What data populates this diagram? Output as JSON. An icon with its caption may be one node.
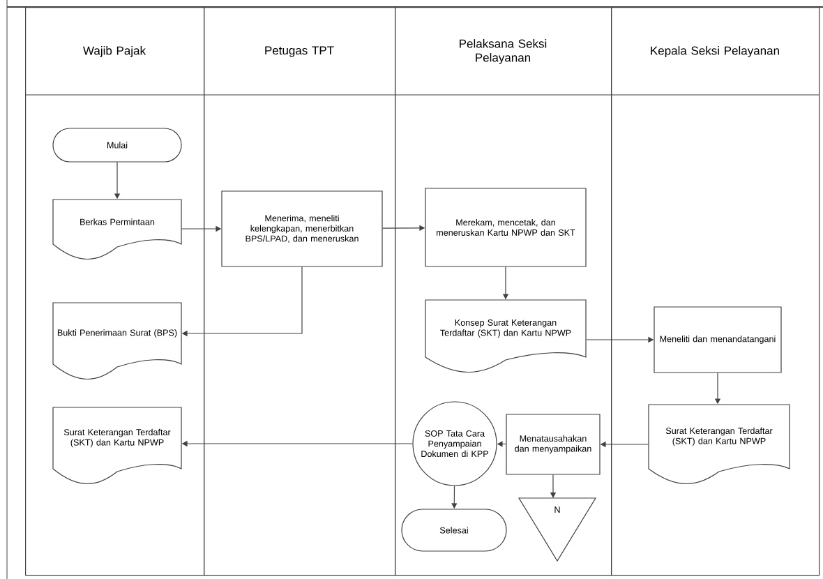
{
  "diagram": {
    "nodes": [
      {
        "text": [
          "Wajib Pajak"
        ]
      },
      {
        "text": [
          "Petugas TPT"
        ]
      },
      {
        "text": [
          "Pelaksana Seksi Pelayanan"
        ]
      },
      {
        "text": [
          "Kepala Seksi Pelayanan"
        ]
      },
      {
        "text": [
          "Mulai"
        ],
        "in": 0
      },
      {
        "text": [
          "Berkas Permintaan"
        ],
        "in": 0
      },
      {
        "text": [
          "Menerima, meneliti kelengkapan, menerbitkan BPS/LPAD, dan meneruskan"
        ],
        "in": 1
      },
      {
        "text": [
          "Bukti Penerimaan Surat (BPS)"
        ],
        "in": 0
      },
      {
        "text": [
          "Merekam, mencetak, dan meneruskan Kartu NPWP dan SKT"
        ],
        "in": 2
      },
      {
        "text": [
          "Konsep Surat Keterangan Terdaftar (SKT) dan Kartu NPWP"
        ],
        "in": 2
      },
      {
        "text": [
          "Meneliti dan menandatangani"
        ],
        "in": 3
      },
      {
        "text": [
          "Surat Keterangan Terdaftar (SKT) dan Kartu NPWP"
        ],
        "in": 0
      },
      {
        "text": [
          "SOP Tata Cara Penyampaian Dokumen di KPP"
        ],
        "in": 2
      },
      {
        "text": [
          "Menatausahakan dan menyampaikan"
        ],
        "in": 2
      },
      {
        "text": [
          "Surat Keterangan Terdaftar (SKT) dan Kartu NPWP"
        ],
        "in": 3
      },
      {
        "text": [
          "Selesai"
        ],
        "in": 2
      },
      {
        "text": [
          "N"
        ],
        "in": 2
      }
    ],
    "edges": [
      {
        "from": 4,
        "to": 5,
        "arrow": "to"
      },
      {
        "from": 5,
        "to": 6,
        "arrow": "to"
      },
      {
        "from": 6,
        "to": 7,
        "arrow": "to"
      },
      {
        "from": 6,
        "to": 8,
        "arrow": "to"
      },
      {
        "from": 8,
        "to": 9,
        "arrow": "to"
      },
      {
        "from": 9,
        "to": 10,
        "arrow": "to"
      },
      {
        "from": 10,
        "to": 14,
        "arrow": "to"
      },
      {
        "from": 14,
        "to": 13,
        "arrow": "to"
      },
      {
        "from": 13,
        "to": 12,
        "arrow": "to"
      },
      {
        "from": 12,
        "to": 11,
        "arrow": "to"
      },
      {
        "from": 12,
        "to": 15,
        "arrow": "to"
      },
      {
        "from": 13,
        "to": 16,
        "arrow": "to"
      }
    ]
  }
}
